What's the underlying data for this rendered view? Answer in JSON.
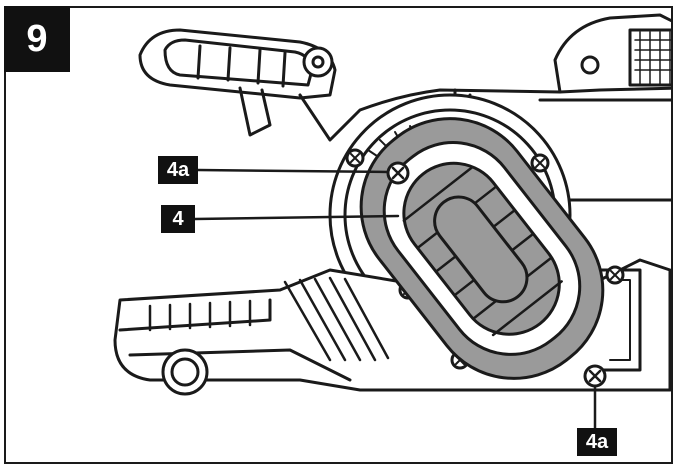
{
  "figure": {
    "number": "9"
  },
  "callouts": {
    "top_screw_label": "4a",
    "cover_label": "4",
    "bottom_screw_label": "4a"
  },
  "colors": {
    "line": "#1a1a1a",
    "cover_fill": "#9a9a9a",
    "badge_bg": "#111111",
    "badge_text": "#ffffff"
  }
}
